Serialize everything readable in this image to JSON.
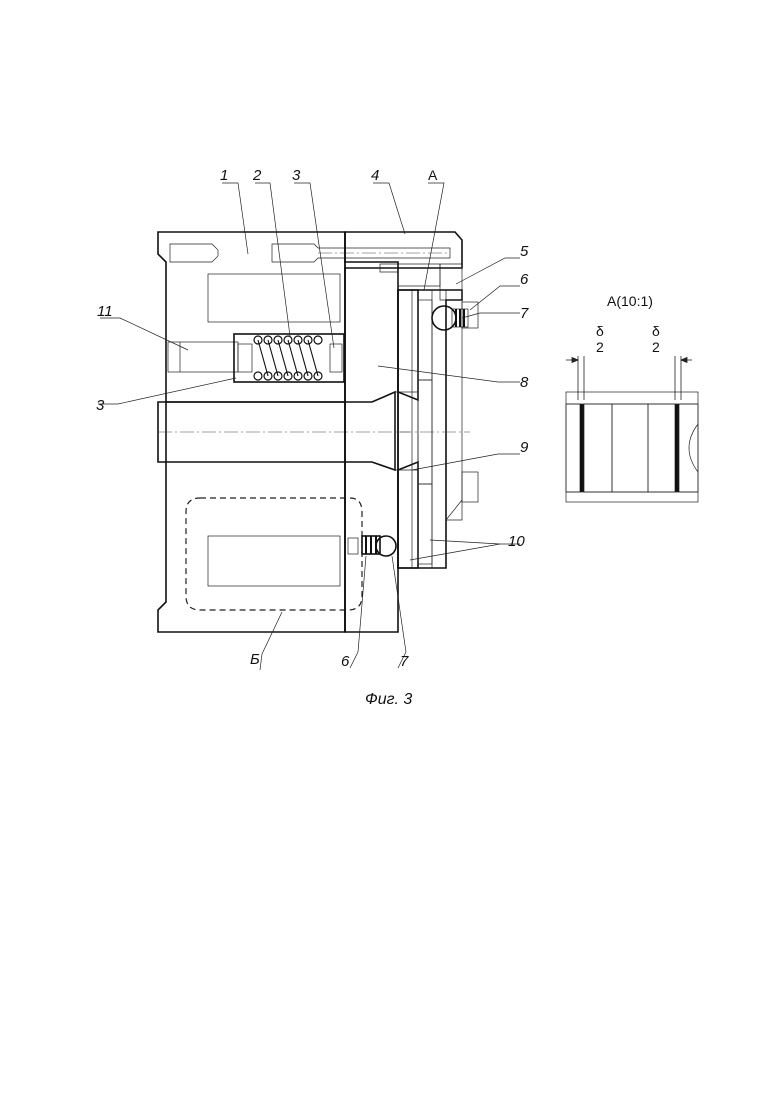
{
  "figure": {
    "caption": "Фиг. 3",
    "callouts": {
      "c1": "1",
      "c2": "2",
      "c3_top": "3",
      "c4": "4",
      "cA": "А",
      "c5": "5",
      "c6_top": "6",
      "c7_top": "7",
      "c11": "11",
      "c3_left": "3",
      "c8": "8",
      "c9": "9",
      "c10": "10",
      "cB": "Б",
      "c6_bottom": "6",
      "c7_bottom": "7"
    },
    "detail": {
      "title": "А(10:1)",
      "delta_left": "δ",
      "value_left": "2",
      "delta_right": "δ",
      "value_right": "2"
    }
  }
}
